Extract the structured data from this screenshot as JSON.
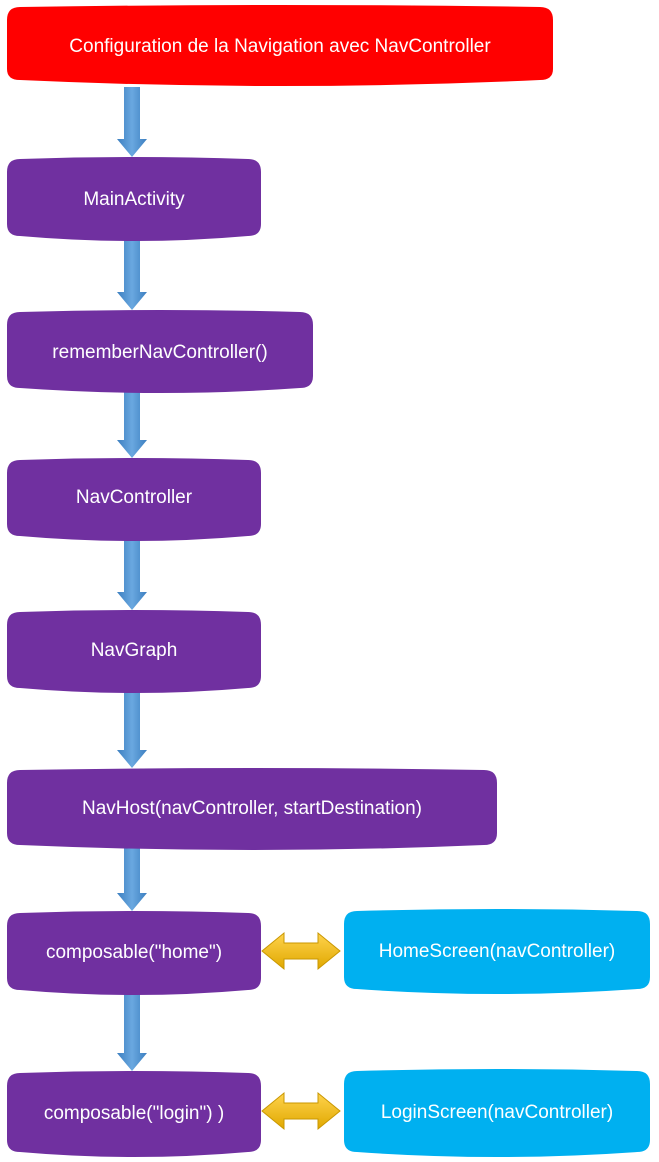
{
  "colors": {
    "title": "#ff0000",
    "step": "#7030a0",
    "screen": "#00b0f0",
    "flow_arrow": "#5b9bd5",
    "link_arrow": "#ffc000",
    "text": "#ffffff"
  },
  "nodes": {
    "title": "Configuration de la Navigation avec NavController",
    "main_activity": "MainActivity",
    "remember_nav_controller": "rememberNavController()",
    "nav_controller": "NavController",
    "nav_graph": "NavGraph",
    "nav_host": "NavHost(navController, startDestination)",
    "composable_home": "composable(\"home\")",
    "home_screen": "HomeScreen(navController)",
    "composable_login": "composable(\"login\") )",
    "login_screen": "LoginScreen(navController)"
  },
  "edges": [
    {
      "from": "title",
      "to": "main_activity",
      "type": "flow"
    },
    {
      "from": "main_activity",
      "to": "remember_nav_controller",
      "type": "flow"
    },
    {
      "from": "remember_nav_controller",
      "to": "nav_controller",
      "type": "flow"
    },
    {
      "from": "nav_controller",
      "to": "nav_graph",
      "type": "flow"
    },
    {
      "from": "nav_graph",
      "to": "nav_host",
      "type": "flow"
    },
    {
      "from": "nav_host",
      "to": "composable_home",
      "type": "flow"
    },
    {
      "from": "composable_home",
      "to": "composable_login",
      "type": "flow"
    },
    {
      "from": "composable_home",
      "to": "home_screen",
      "type": "bidirectional"
    },
    {
      "from": "composable_login",
      "to": "login_screen",
      "type": "bidirectional"
    }
  ]
}
